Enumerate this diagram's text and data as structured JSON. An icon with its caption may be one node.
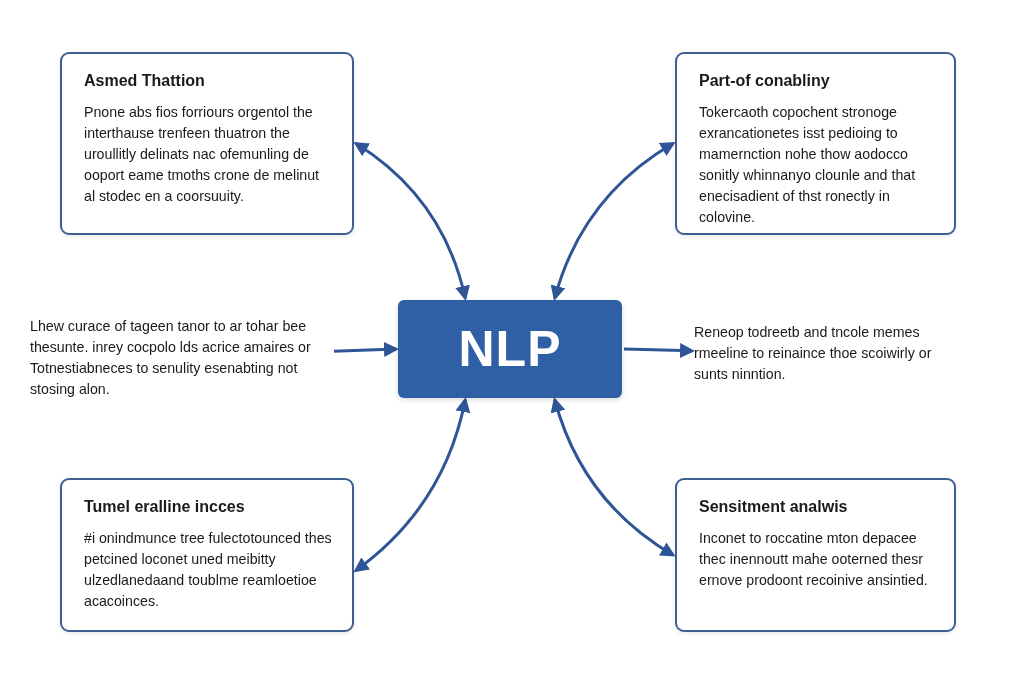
{
  "diagram": {
    "nodes": [
      {
        "text": [
          "Asmed Thattion",
          "Pnone abs fios forriours orgentol the interthause trenfeen thuatron the uroullitly delinats nac ofemunling de ooport eame tmoths crone de melinut al stodec en a coorsuuity."
        ]
      },
      {
        "text": [
          "Part-of conabliny",
          "Tokercaoth copochent stronoge exrancationetes isst pedioing to mamernction nohe thow aodocco sonitly whinnanyo clounle and that enecisadient of thst ronectly in colovine."
        ]
      },
      {
        "text": [
          "Lhew curace of tageen tanor to ar tohar bee thesunte. inrey cocpolo lds acrice amaires or Totnestiabneces to senulity esenabting not stosing alon."
        ]
      },
      {
        "text": [
          "NLP"
        ]
      },
      {
        "text": [
          "Reneop todreetb and tncole memes rmeeline to reinaince thoe scoiwirly or sunts ninntion."
        ]
      },
      {
        "text": [
          "Tumel eralline incces",
          "#i onindmunce tree fulectotounced thes petcined loconet uned meibitty ulzedlanedaand toublme reamloetioe acacoinces."
        ]
      },
      {
        "text": [
          "Sensitment analwis",
          "Inconet to roccatine mton depacee thec inennoutt mahe ooterned thesr ernove prodoont recoinive ansintied."
        ]
      }
    ],
    "edges": [
      {
        "from": 0,
        "to": 3,
        "arrow": "both"
      },
      {
        "from": 1,
        "to": 3,
        "arrow": "both"
      },
      {
        "from": 2,
        "to": 3,
        "arrow": "to"
      },
      {
        "from": 3,
        "to": 4,
        "arrow": "to"
      },
      {
        "from": 5,
        "to": 3,
        "arrow": "both"
      },
      {
        "from": 6,
        "to": 3,
        "arrow": "both"
      }
    ]
  }
}
